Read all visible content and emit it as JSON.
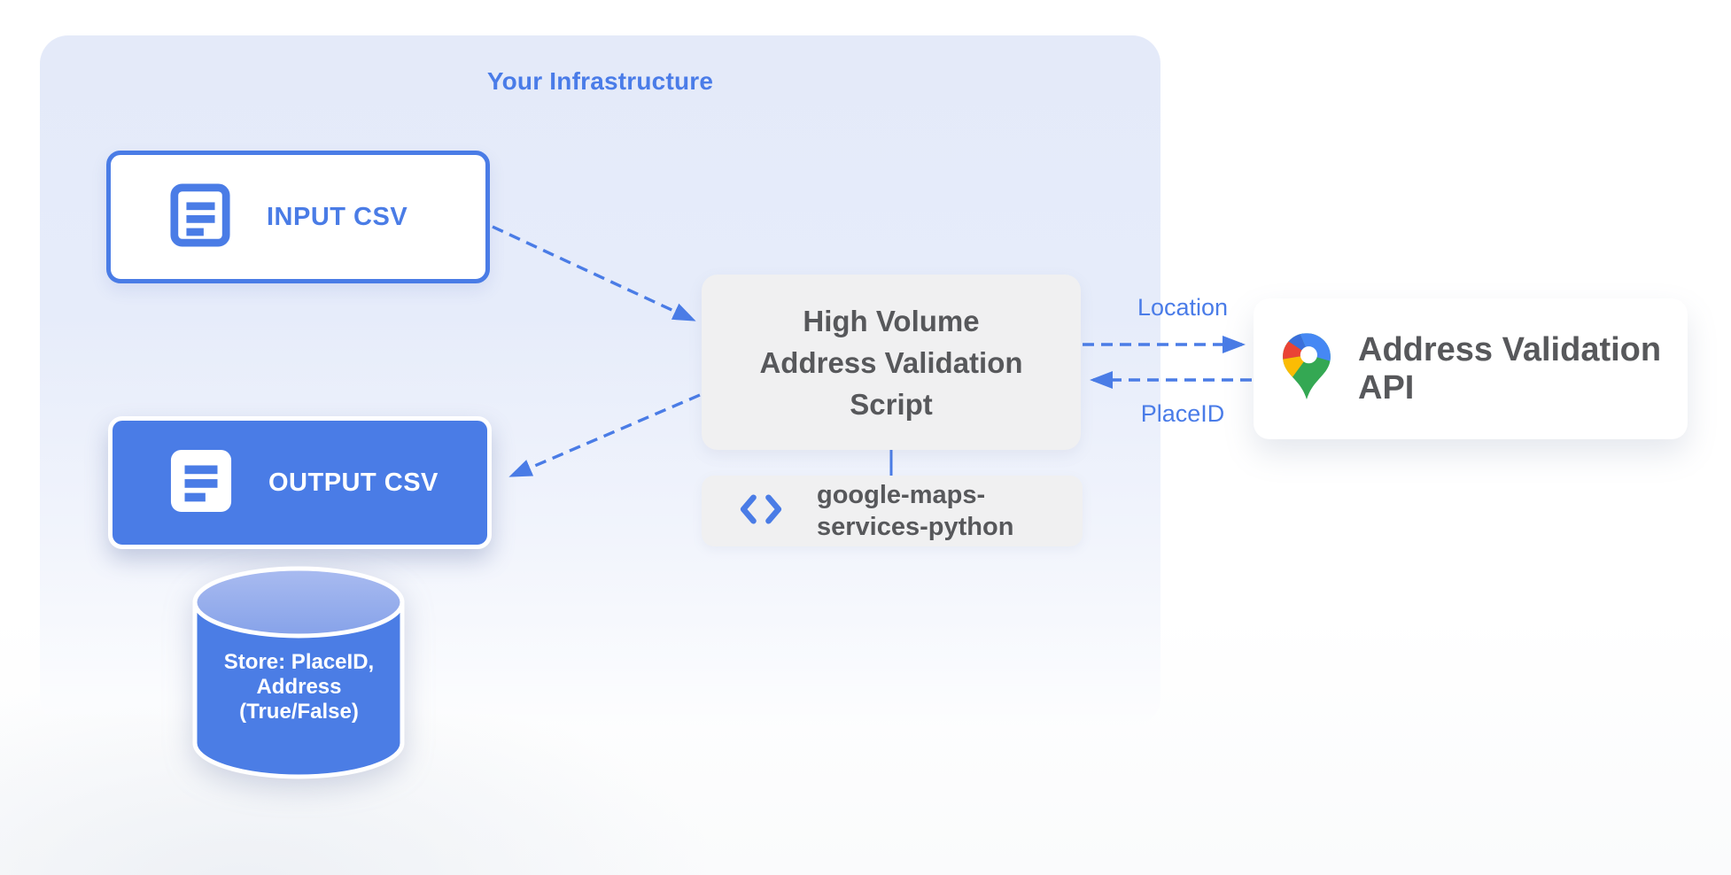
{
  "page": {
    "title": "Your Infrastructure"
  },
  "nodes": {
    "input_csv": {
      "label": "INPUT CSV",
      "icon": "csv-document-icon"
    },
    "output_csv": {
      "label": "OUTPUT CSV",
      "icon": "csv-document-icon"
    },
    "datastore": {
      "lines": [
        "Store: PlaceID,",
        "Address",
        "(True/False)"
      ]
    },
    "script": {
      "lines": [
        "High Volume",
        "Address Validation",
        "Script"
      ]
    },
    "library": {
      "lines": [
        "google-maps-",
        "services-python"
      ],
      "icon": "code-icon"
    },
    "api": {
      "label": "Address Validation API",
      "icon": "google-maps-pin-icon"
    }
  },
  "edges": {
    "location_label": "Location",
    "placeid_label": "PlaceID"
  },
  "colors": {
    "accent_blue": "#4a7ce6",
    "container_lavender": "#e4eaf9",
    "box_gray": "#f0f0f1",
    "text_dark_gray": "#57585b",
    "cylinder_body_blue": "#4b7de5",
    "cylinder_top_blue": "#93abea",
    "pin_red": "#ea4335",
    "pin_blue_light": "#4688f4",
    "pin_blue_dark": "#3a6fdb",
    "pin_yellow": "#fbbc04",
    "pin_green": "#34a853",
    "white": "#ffffff"
  }
}
